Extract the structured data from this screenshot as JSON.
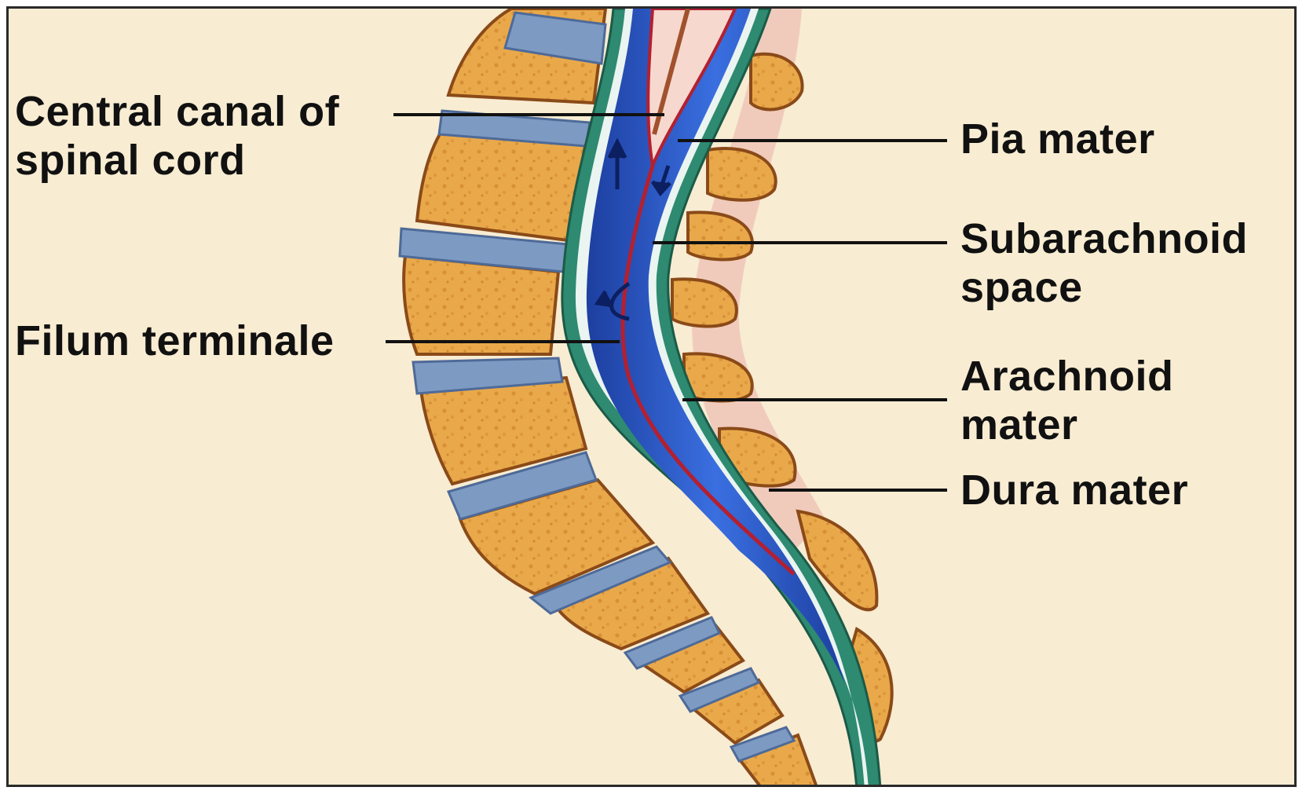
{
  "labels": {
    "central_canal": "Central canal of\nspinal cord",
    "filum_terminale": "Filum terminale",
    "pia_mater": "Pia mater",
    "subarachnoid_space": "Subarachnoid\nspace",
    "arachnoid_mater": "Arachnoid\nmater",
    "dura_mater": "Dura mater"
  },
  "colors": {
    "background": "#f8ecd2",
    "vertebra": "#e9a94a",
    "vertebra_shade": "#c97a28",
    "disc": "#7d9ac2",
    "dura": "#2e8a70",
    "csf": "#2a56c4",
    "filum": "#b32030",
    "ligament": "#efc6b8"
  }
}
